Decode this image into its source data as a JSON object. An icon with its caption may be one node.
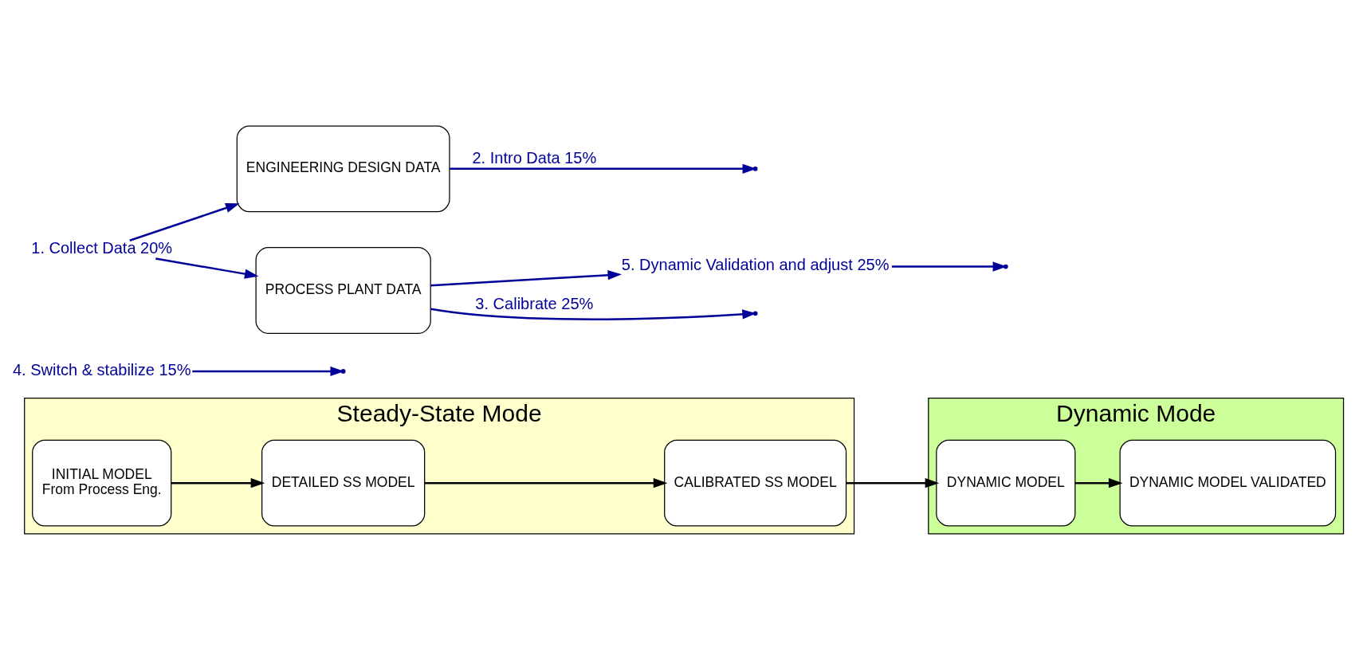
{
  "diagram": {
    "nodes": [
      {
        "text": [
          "Steady-State Mode"
        ]
      },
      {
        "text": [
          "INITIAL MODEL",
          "From Process Eng."
        ],
        "in": 0
      },
      {
        "text": [
          "DETAILED SS MODEL"
        ],
        "in": 0
      },
      {
        "text": [
          "CALIBRATED SS MODEL"
        ],
        "in": 0
      },
      {
        "text": [
          "Dynamic Mode"
        ]
      },
      {
        "text": [
          "DYNAMIC MODEL"
        ],
        "in": 4
      },
      {
        "text": [
          "DYNAMIC MODEL VALIDATED"
        ],
        "in": 4
      },
      {
        "text": [
          "4. Switch & stabilize 15%"
        ]
      },
      {
        "text": [
          "5. Dynamic Validation and adjust 25%"
        ]
      },
      {
        "text": [
          "ENGINEERING DESIGN DATA"
        ]
      },
      {
        "text": [
          "PROCESS PLANT DATA"
        ]
      },
      {
        "text": [
          "1. Collect Data 20%"
        ]
      }
    ],
    "edges": [
      {
        "from": 1,
        "to": 2,
        "arrow": "to",
        "color": "#000000"
      },
      {
        "from": 2,
        "to": 3,
        "arrow": "to",
        "color": "#000000"
      },
      {
        "from": 3,
        "to": 5,
        "arrow": "to",
        "color": "#000000"
      },
      {
        "from": 5,
        "to": 6,
        "arrow": "to",
        "color": "#000000"
      },
      {
        "from": 11,
        "to": 9,
        "arrow": "to"
      },
      {
        "from": 11,
        "to": 10,
        "arrow": "to"
      },
      {
        "from": 9,
        "to": null,
        "arrow": "to",
        "label": "2. Intro Data 15%"
      },
      {
        "from": 10,
        "to": null,
        "arrow": "to",
        "label": "3. Calibrate 25%"
      },
      {
        "from": 7,
        "to": null,
        "arrow": "to"
      },
      {
        "from": 10,
        "to": 8,
        "arrow": "to"
      },
      {
        "from": 8,
        "to": null,
        "arrow": "to"
      }
    ]
  }
}
